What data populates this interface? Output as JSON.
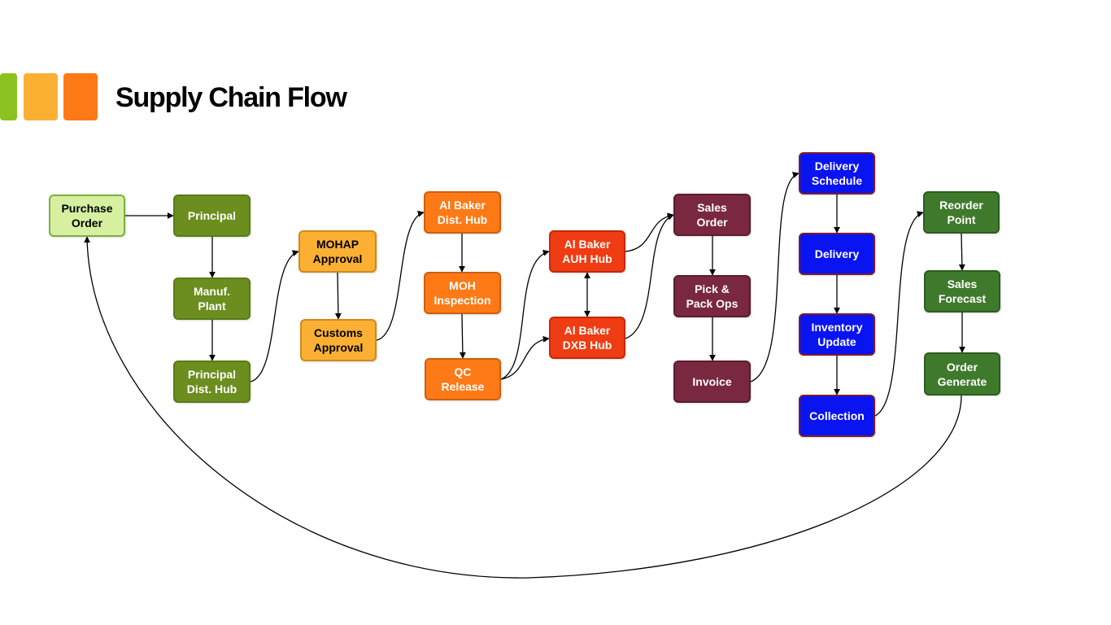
{
  "title": "Supply Chain Flow",
  "colors": {
    "deco": [
      "#8cc21f",
      "#fbb034",
      "#fd7a17"
    ],
    "light_green": "#d6f0a0",
    "olive_green": "#6b8e1e",
    "amber": "#fbb034",
    "orange": "#fd7a17",
    "red_orange": "#f03c12",
    "maroon": "#7a2840",
    "blue": "#0a14f0",
    "dark_green": "#3f7a2c"
  },
  "nodes": {
    "purchase_order": "Purchase\nOrder",
    "principal": "Principal",
    "manuf_plant": "Manuf.\nPlant",
    "principal_dist_hub": "Principal\nDist. Hub",
    "mohap_approval": "MOHAP\nApproval",
    "customs_approval": "Customs\nApproval",
    "al_baker_dist_hub": "Al Baker\nDist. Hub",
    "moh_inspection": "MOH\nInspection",
    "qc_release": "QC\nRelease",
    "al_baker_auh_hub": "Al Baker\nAUH Hub",
    "al_baker_dxb_hub": "Al Baker\nDXB Hub",
    "sales_order": "Sales\nOrder",
    "pick_pack_ops": "Pick &\nPack Ops",
    "invoice": "Invoice",
    "delivery_schedule": "Delivery\nSchedule",
    "delivery": "Delivery",
    "inventory_update": "Inventory\nUpdate",
    "collection": "Collection",
    "reorder_point": "Reorder\nPoint",
    "sales_forecast": "Sales\nForecast",
    "order_generate": "Order\nGenerate"
  }
}
